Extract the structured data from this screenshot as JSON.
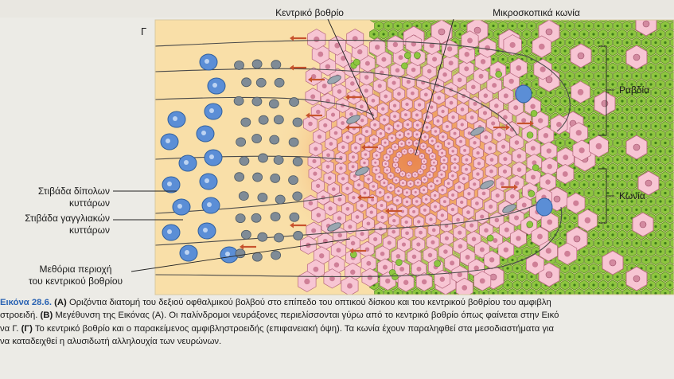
{
  "figure": {
    "panel_letter": "Γ",
    "labels": {
      "central_fovea": "Κεντρικό βοθρίο",
      "micro_cones": "Μικροσκοπικά κωνία",
      "rods": "Ραβδία",
      "cones": "Κωνία",
      "bipolar_layer": [
        "Στιβάδα δίπολων",
        "κυττάρων"
      ],
      "ganglion_layer": [
        "Στιβάδα γαγγλιακών",
        "κυττάρων"
      ],
      "border_region": [
        "Μεθόρια περιοχή",
        "του κεντρικού βοθρίου"
      ]
    },
    "colors": {
      "background": "#f9dfa8",
      "halo": "#f2ac6b",
      "rod_green": "#8ec63f",
      "cone_pink": "#f7c5d3",
      "cell_blue": "#5b8ed6",
      "bipolar_gray": "#7f8b96",
      "arrow": "#c8532d"
    }
  },
  "caption": {
    "figure_number": "Εικόνα 28.6.",
    "lines": [
      [
        {
          "t": "(A)",
          "b": true
        },
        {
          "t": " Οριζόντια διατομή του δεξιού οφθαλμικού βολβού στο επίπεδο του οπτικού δίσκου και του κεντρικού βοθρίου του αμφιβλη",
          "b": false
        }
      ],
      [
        {
          "t": "στροειδή. ",
          "b": false
        },
        {
          "t": "(B)",
          "b": true
        },
        {
          "t": " Μεγέθυνση της Εικόνας (A). Οι παλίνδρομοι νευράξονες περιελίσσονται γύρω από το κεντρικό βοθρίο όπως φαίνεται στην Εικό",
          "b": false
        }
      ],
      [
        {
          "t": "να Γ. ",
          "b": false
        },
        {
          "t": "(Γ)",
          "b": true
        },
        {
          "t": " Το κεντρικό βοθρίο και ο παρακείμενος αμφιβληστροειδής (επιφανειακή όψη). Τα κωνία έχουν παραληφθεί στα μεσοδιαστήματα για",
          "b": false
        }
      ],
      [
        {
          "t": "να καταδειχθεί η αλυσιδωτή αλληλουχία των νευρώνων.",
          "b": false
        }
      ]
    ]
  }
}
